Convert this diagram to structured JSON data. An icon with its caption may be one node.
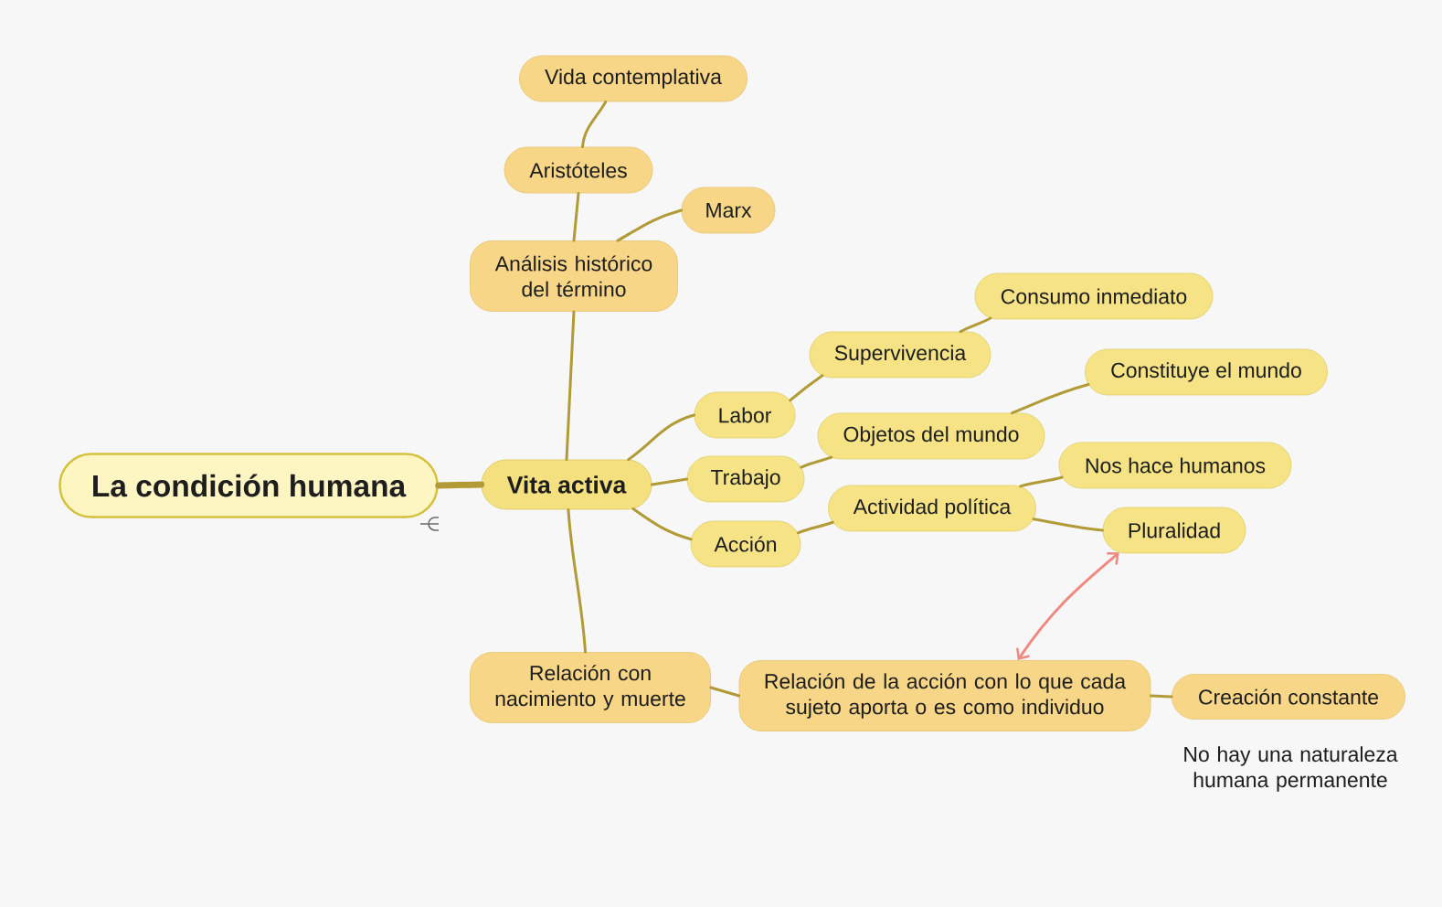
{
  "diagram": {
    "nodes": [
      {
        "text": [
          "La condición humana"
        ]
      },
      {
        "text": [
          "Vita activa"
        ]
      },
      {
        "text": [
          "Análisis histórico del término"
        ]
      },
      {
        "text": [
          "Aristóteles"
        ]
      },
      {
        "text": [
          "Vida contemplativa"
        ]
      },
      {
        "text": [
          "Marx"
        ]
      },
      {
        "text": [
          "Labor"
        ]
      },
      {
        "text": [
          "Supervivencia"
        ]
      },
      {
        "text": [
          "Consumo inmediato"
        ]
      },
      {
        "text": [
          "Trabajo"
        ]
      },
      {
        "text": [
          "Objetos del mundo"
        ]
      },
      {
        "text": [
          "Constituye el mundo"
        ]
      },
      {
        "text": [
          "Acción"
        ]
      },
      {
        "text": [
          "Actividad política"
        ]
      },
      {
        "text": [
          "Nos hace humanos"
        ]
      },
      {
        "text": [
          "Pluralidad"
        ]
      },
      {
        "text": [
          "Relación con nacimiento y muerte"
        ]
      },
      {
        "text": [
          "Relación de la acción con lo que cada sujeto aporta o es como individuo"
        ]
      },
      {
        "text": [
          "Creación constante"
        ]
      }
    ],
    "edges": [
      {
        "from": 0,
        "to": 1,
        "arrow": "none",
        "style": "thick"
      },
      {
        "from": 1,
        "to": 2,
        "arrow": "none"
      },
      {
        "from": 2,
        "to": 3,
        "arrow": "none"
      },
      {
        "from": 3,
        "to": 4,
        "arrow": "none"
      },
      {
        "from": 2,
        "to": 5,
        "arrow": "none"
      },
      {
        "from": 1,
        "to": 6,
        "arrow": "none"
      },
      {
        "from": 6,
        "to": 7,
        "arrow": "none"
      },
      {
        "from": 7,
        "to": 8,
        "arrow": "none"
      },
      {
        "from": 1,
        "to": 9,
        "arrow": "none"
      },
      {
        "from": 9,
        "to": 10,
        "arrow": "none"
      },
      {
        "from": 10,
        "to": 11,
        "arrow": "none"
      },
      {
        "from": 1,
        "to": 12,
        "arrow": "none"
      },
      {
        "from": 12,
        "to": 13,
        "arrow": "none"
      },
      {
        "from": 13,
        "to": 14,
        "arrow": "none"
      },
      {
        "from": 13,
        "to": 15,
        "arrow": "none"
      },
      {
        "from": 1,
        "to": 16,
        "arrow": "none"
      },
      {
        "from": 16,
        "to": 17,
        "arrow": "none"
      },
      {
        "from": 17,
        "to": 18,
        "arrow": "none"
      },
      {
        "from": 17,
        "to": 15,
        "arrow": "both",
        "color": "#f08a80"
      }
    ],
    "labels": [
      "No hay una naturaleza humana permanente"
    ]
  }
}
